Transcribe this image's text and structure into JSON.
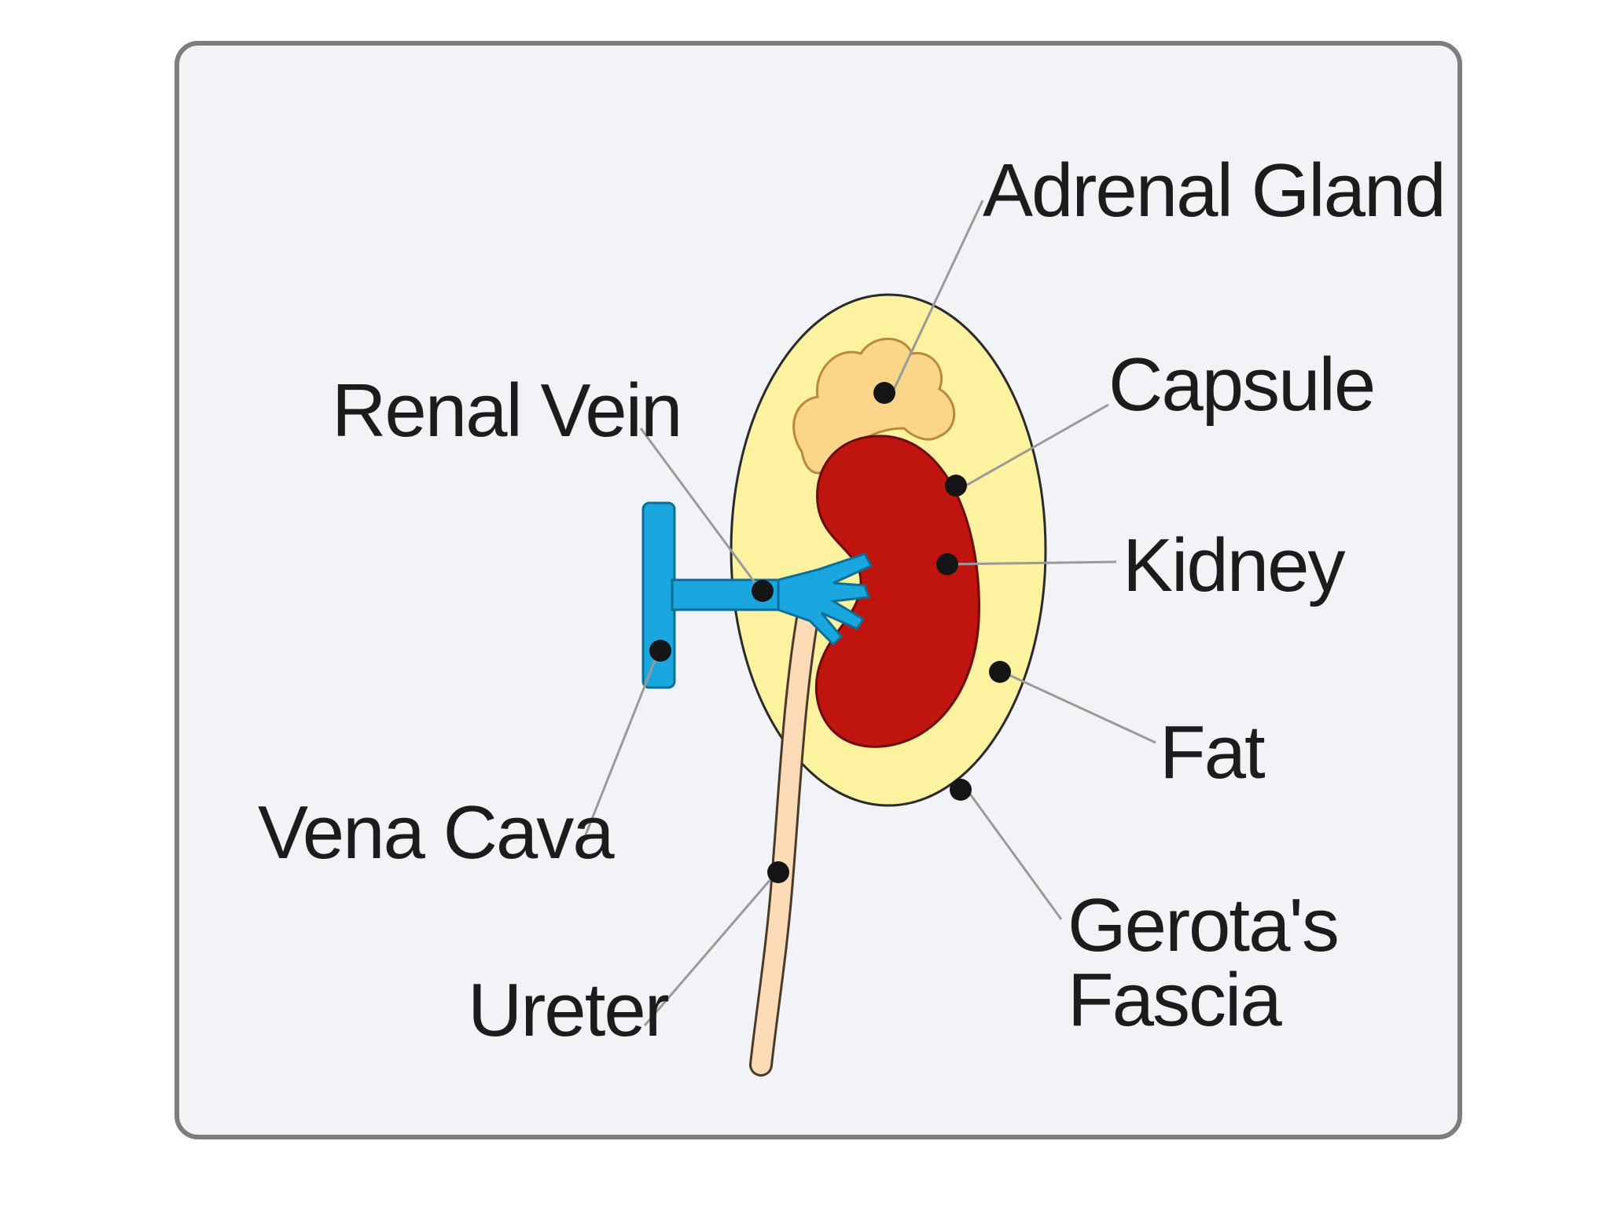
{
  "labels": {
    "adrenal_gland": "Adrenal Gland",
    "capsule": "Capsule",
    "kidney": "Kidney",
    "fat": "Fat",
    "gerotas_fascia_line1": "Gerota's",
    "gerotas_fascia_line2": "Fascia",
    "renal_vein": "Renal Vein",
    "vena_cava": "Vena Cava",
    "ureter": "Ureter"
  },
  "colors": {
    "frame_border": "#7d7d7d",
    "background": "#f2f3f6",
    "fat_yellow": "#fcf2a0",
    "kidney_red": "#c0140f",
    "adrenal_orange": "#fbd58a",
    "vein_blue": "#1aa6df",
    "ureter_tan": "#fbdcb7",
    "leader_line": "#9a9a9a",
    "marker_dot": "#151515"
  }
}
